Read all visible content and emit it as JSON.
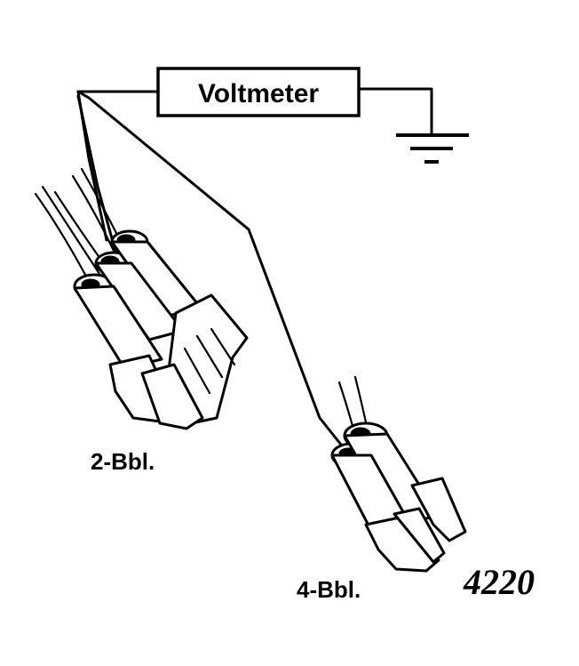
{
  "meter": {
    "label": "Voltmeter"
  },
  "connectors": [
    {
      "label": "2-Bbl."
    },
    {
      "label": "4-Bbl."
    }
  ],
  "figure_number": "4220"
}
